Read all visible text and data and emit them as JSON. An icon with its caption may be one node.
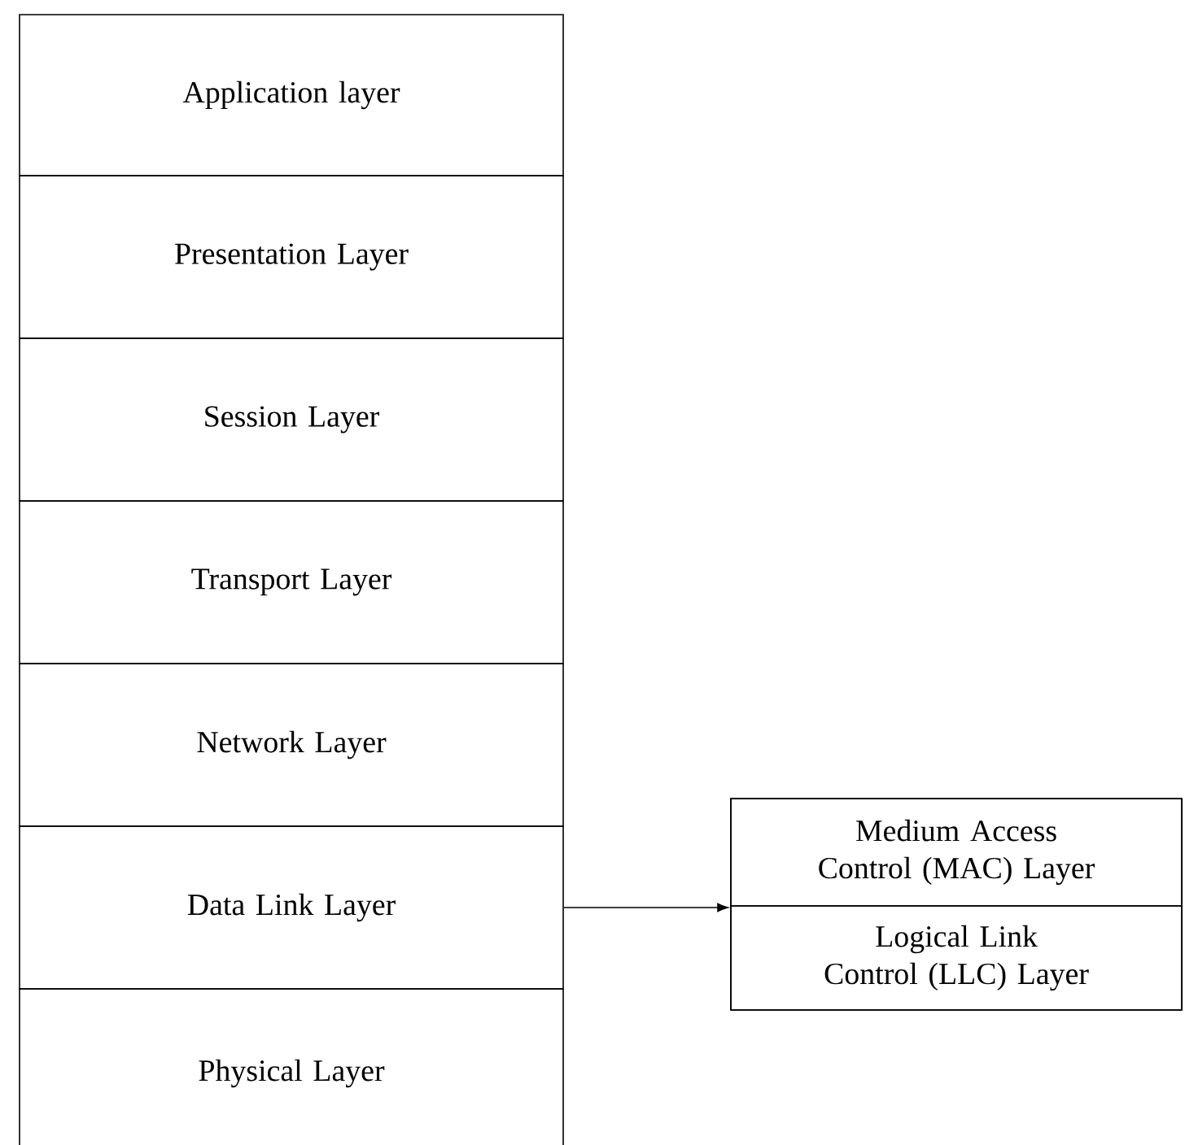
{
  "diagram": {
    "nodes": [
      {
        "text": [
          "Application layer"
        ]
      },
      {
        "text": [
          "Presentation Layer"
        ]
      },
      {
        "text": [
          "Session Layer"
        ]
      },
      {
        "text": [
          "Transport Layer"
        ]
      },
      {
        "text": [
          "Network Layer"
        ]
      },
      {
        "text": [
          "Data Link Layer"
        ]
      },
      {
        "text": [
          "Physical Layer"
        ]
      },
      {
        "text": [],
        "shape": "box"
      },
      {
        "text": [
          "Medium Access Control (MAC) Layer"
        ],
        "in": 7
      },
      {
        "text": [
          "Logical Link Control (LLC) Layer"
        ],
        "in": 7
      }
    ],
    "edges": [
      {
        "from": 5,
        "to": 7,
        "arrow": "to"
      }
    ]
  }
}
